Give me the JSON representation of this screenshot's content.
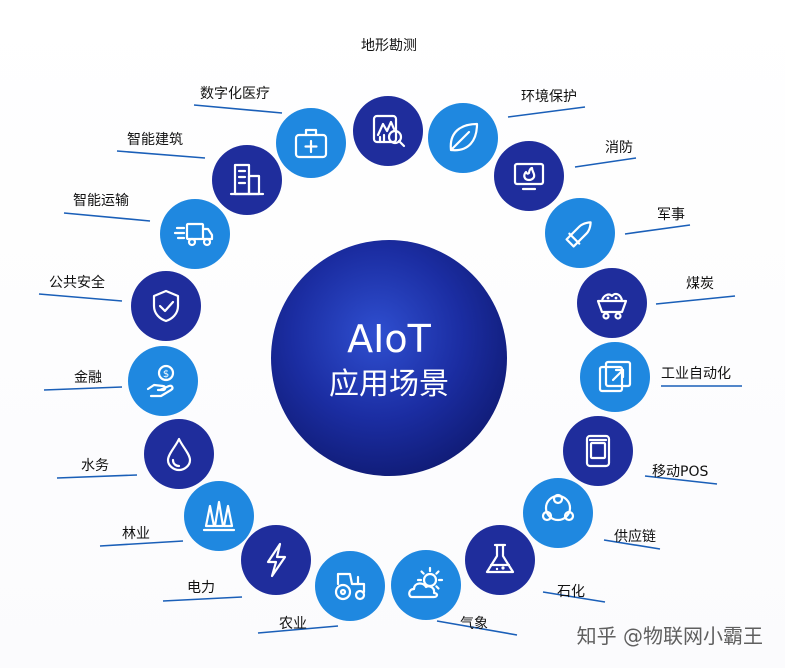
{
  "center": {
    "line1": "AIoT",
    "line2": "应用场景"
  },
  "watermark": "知乎 @物联网小霸王",
  "colors": {
    "dark_blue": "#1f2d9c",
    "mid_blue": "#2056c6",
    "light_blue": "#1f88e0",
    "line_blue": "#1a5fb8",
    "center_edge": "#0f1a72"
  },
  "nodes": [
    {
      "id": "geology",
      "label": "地形勘测",
      "icon": "geology-survey-icon",
      "tone": "dark"
    },
    {
      "id": "environment",
      "label": "环境保护",
      "icon": "leaf-icon",
      "tone": "light"
    },
    {
      "id": "firefighting",
      "label": "消防",
      "icon": "fire-monitor-icon",
      "tone": "dark"
    },
    {
      "id": "military",
      "label": "军事",
      "icon": "bullet-icon",
      "tone": "light"
    },
    {
      "id": "coal",
      "label": "煤炭",
      "icon": "mine-cart-icon",
      "tone": "dark"
    },
    {
      "id": "automation",
      "label": "工业自动化",
      "icon": "automation-arrow-icon",
      "tone": "light"
    },
    {
      "id": "pos",
      "label": "移动POS",
      "icon": "pos-terminal-icon",
      "tone": "dark"
    },
    {
      "id": "supply",
      "label": "供应链",
      "icon": "network-nodes-icon",
      "tone": "light"
    },
    {
      "id": "petrochem",
      "label": "石化",
      "icon": "flask-icon",
      "tone": "dark"
    },
    {
      "id": "weather",
      "label": "气象",
      "icon": "sun-cloud-icon",
      "tone": "light"
    },
    {
      "id": "agriculture",
      "label": "农业",
      "icon": "tractor-icon",
      "tone": "light"
    },
    {
      "id": "power",
      "label": "电力",
      "icon": "lightning-icon",
      "tone": "dark"
    },
    {
      "id": "forestry",
      "label": "林业",
      "icon": "trees-icon",
      "tone": "light"
    },
    {
      "id": "water",
      "label": "水务",
      "icon": "water-drop-icon",
      "tone": "dark"
    },
    {
      "id": "finance",
      "label": "金融",
      "icon": "hand-coin-icon",
      "tone": "light"
    },
    {
      "id": "security",
      "label": "公共安全",
      "icon": "shield-check-icon",
      "tone": "dark"
    },
    {
      "id": "transport",
      "label": "智能运输",
      "icon": "truck-icon",
      "tone": "light"
    },
    {
      "id": "building",
      "label": "智能建筑",
      "icon": "building-icon",
      "tone": "dark"
    },
    {
      "id": "medical",
      "label": "数字化医疗",
      "icon": "medical-kit-icon",
      "tone": "light"
    }
  ]
}
